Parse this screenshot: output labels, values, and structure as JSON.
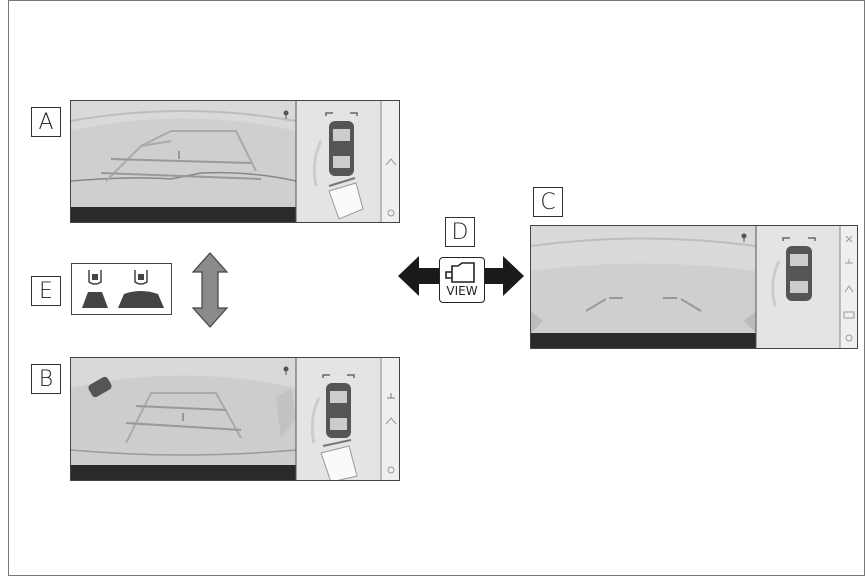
{
  "labels": {
    "a": "A",
    "b": "B",
    "c": "C",
    "d": "D",
    "e": "E"
  },
  "view_button": {
    "text": "VIEW",
    "icon": "camera-view-icon"
  },
  "screens": {
    "a": {
      "icons": [
        "mic-icon",
        "parking-sensor-icon",
        "settings-icon"
      ]
    },
    "b": {
      "icons": [
        "mic-icon",
        "car-rotate-icon",
        "sensor-wave-icon",
        "parking-sensor-icon",
        "settings-icon"
      ]
    },
    "c": {
      "icons": [
        "mic-icon",
        "close-icon",
        "sensor-wave-icon",
        "parking-sensor-icon",
        "camera-icon",
        "settings-icon"
      ]
    }
  },
  "colors": {
    "frame": "#777777",
    "screen_bg": "#e6e6e6",
    "screen_bottom_bar": "#2a2a2a",
    "arrow_dark": "#1a1a1a",
    "arrow_grey": "#8a8a8a"
  }
}
